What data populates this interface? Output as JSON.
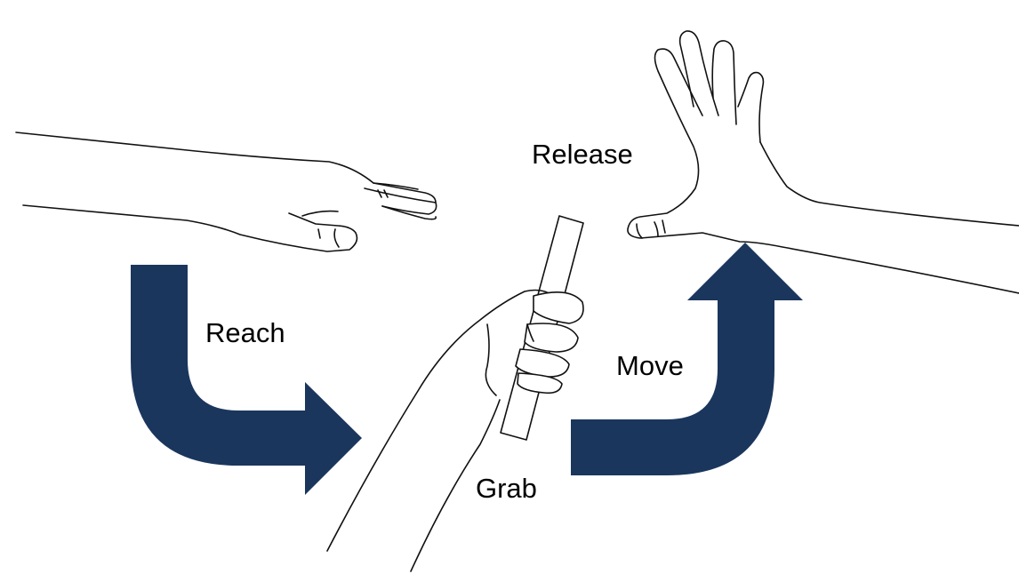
{
  "labels": {
    "release": "Release",
    "reach": "Reach",
    "move": "Move",
    "grab": "Grab"
  },
  "colors": {
    "arrow": "#1b365d",
    "ink": "#111111",
    "background": "#ffffff"
  }
}
